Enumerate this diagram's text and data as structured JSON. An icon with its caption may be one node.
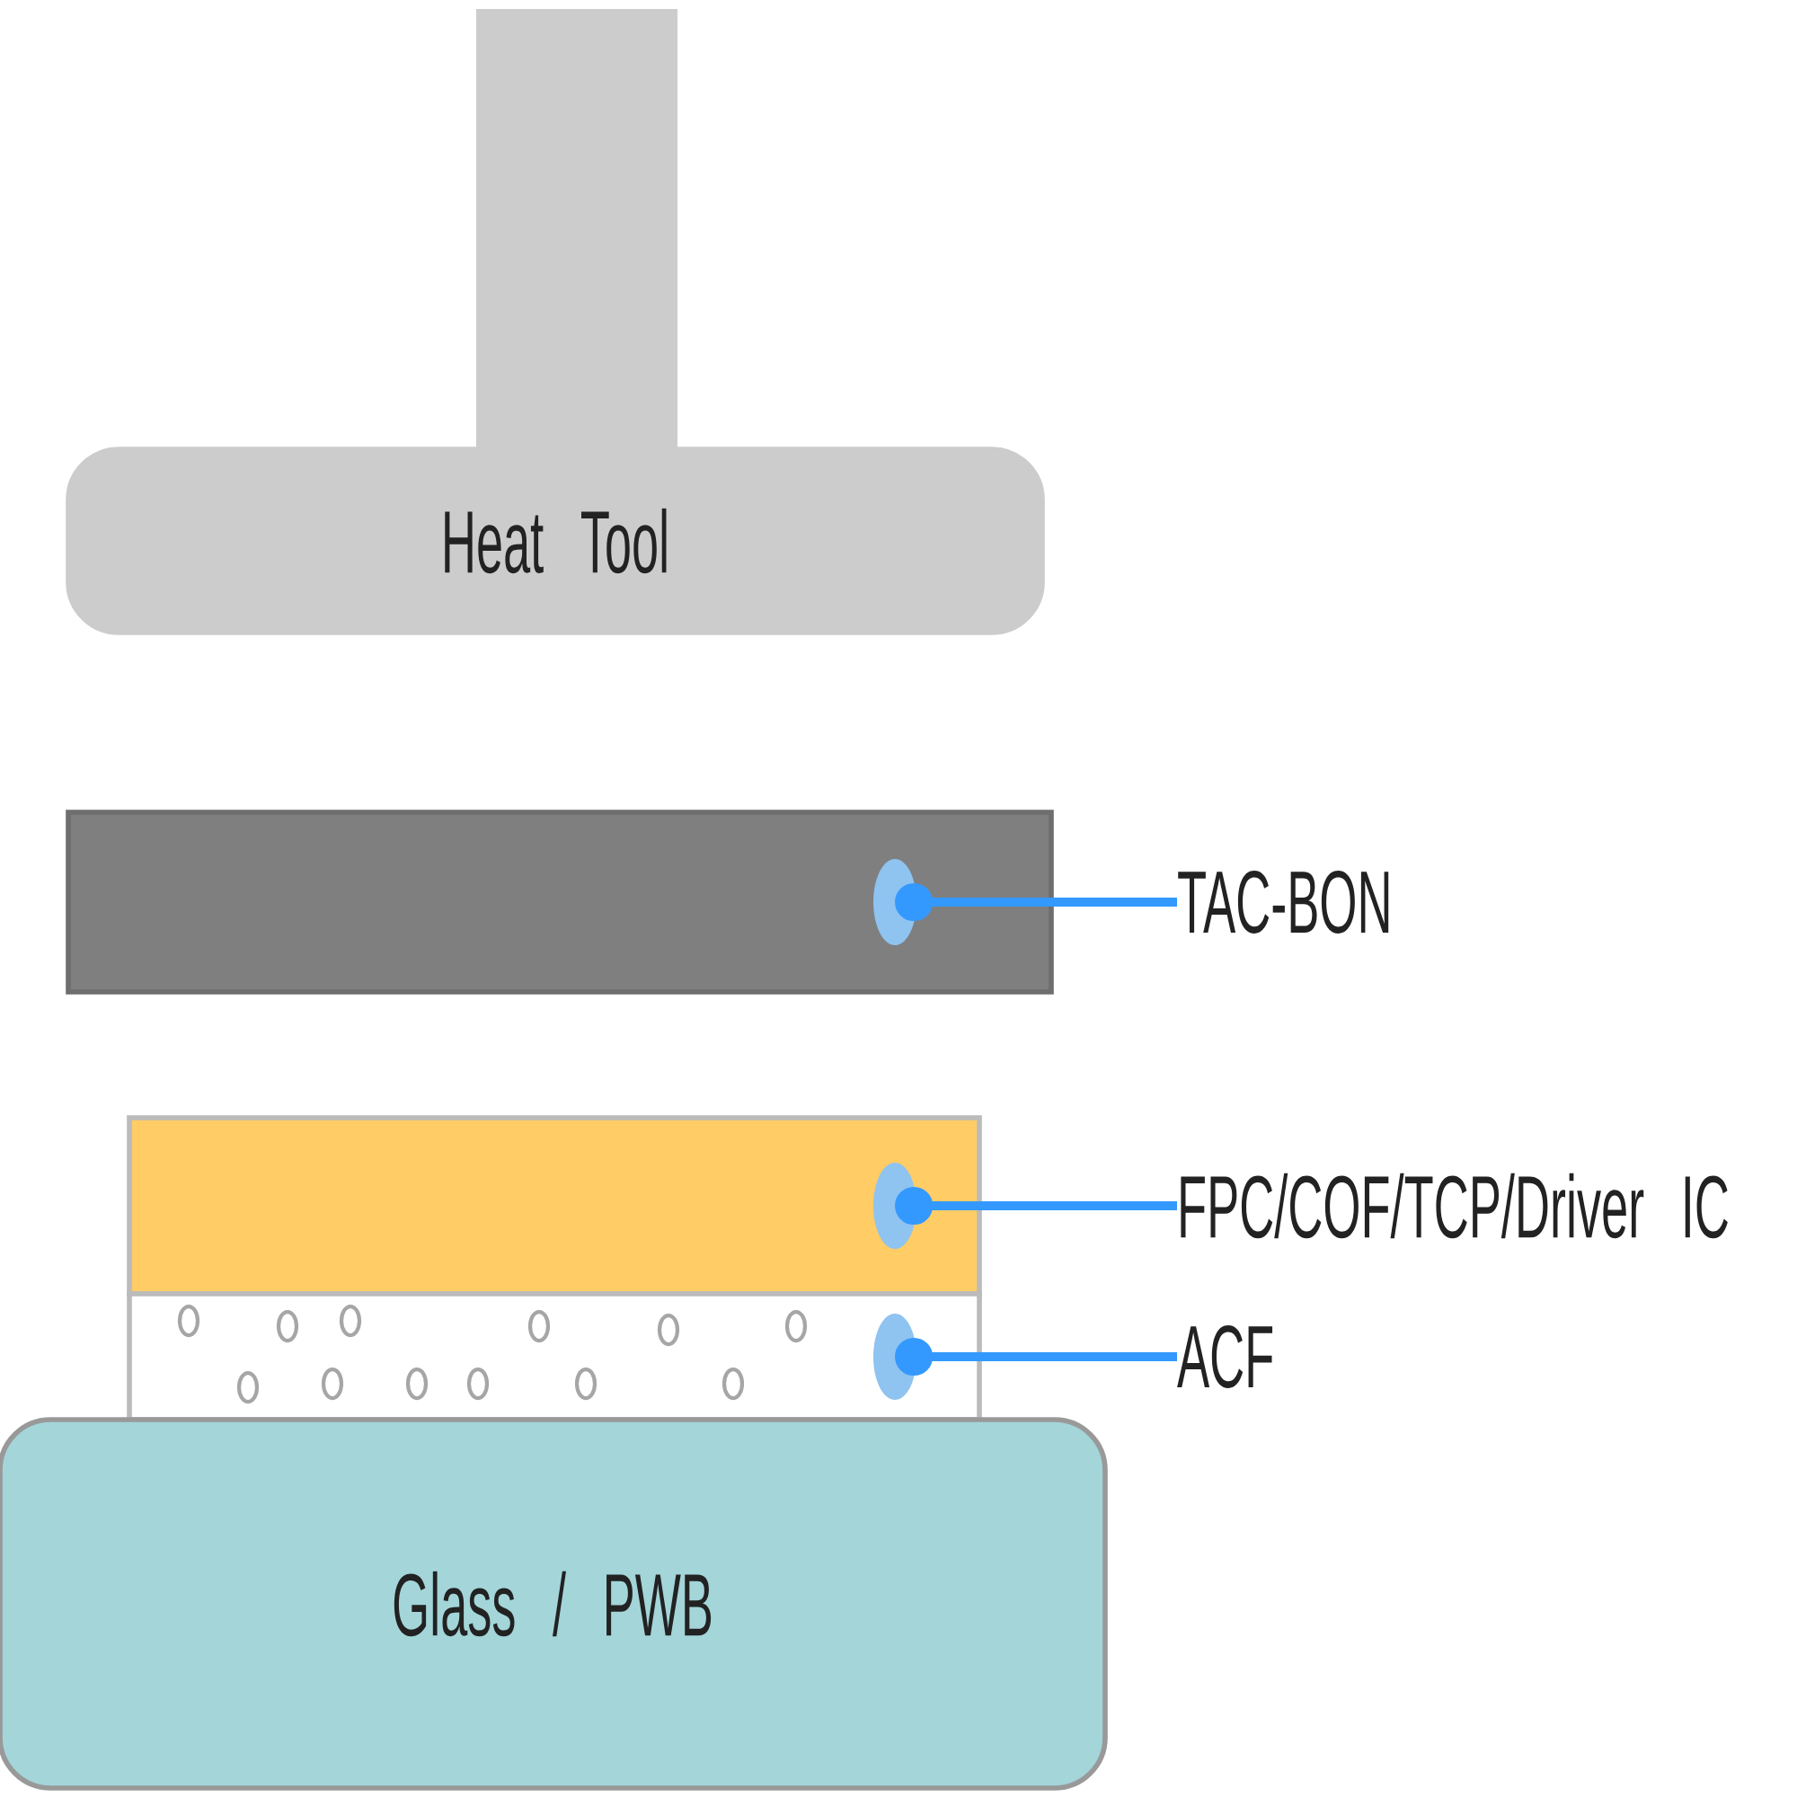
{
  "diagram": {
    "nodes": [
      {
        "text": [
          "Heat Tool"
        ]
      },
      {
        "text": [
          "TAC-BON"
        ]
      },
      {
        "text": [],
        "shape": "bar"
      },
      {
        "text": [
          "FPC/COF/TCP/Driver IC"
        ]
      },
      {
        "text": [],
        "shape": "bar"
      },
      {
        "text": [
          "ACF"
        ]
      },
      {
        "text": [],
        "shape": "bar"
      },
      {
        "text": [
          "Glass / PWB"
        ]
      }
    ],
    "edges": [
      {
        "from": 1,
        "to": 2,
        "arrow": "other"
      },
      {
        "from": 3,
        "to": 4,
        "arrow": "other"
      },
      {
        "from": 5,
        "to": 6,
        "arrow": "other"
      }
    ]
  }
}
